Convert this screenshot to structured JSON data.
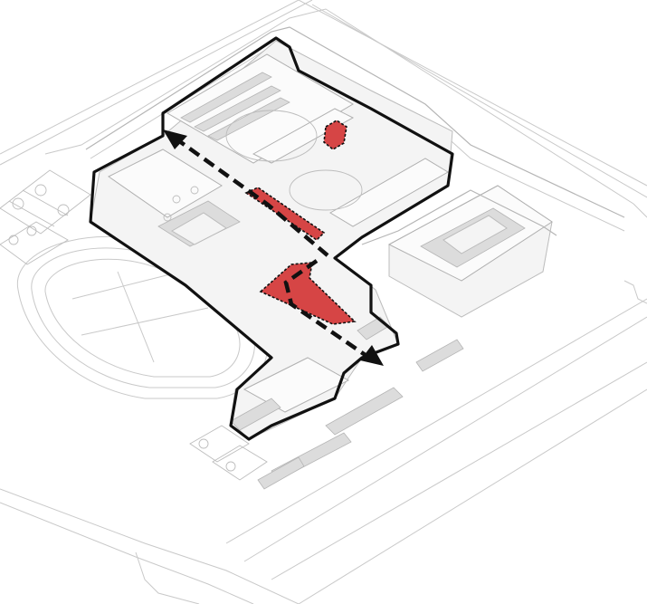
{
  "colors": {
    "highlight": "#d64545",
    "outline": "#111111",
    "linework": "#c9c9c9",
    "building": "#f4f4f4"
  },
  "highlighted_zones": [
    {
      "name": "north-courtyard-wing",
      "color": "#d64545"
    },
    {
      "name": "central-corridor",
      "color": "#d64545"
    },
    {
      "name": "south-connector",
      "color": "#d64545"
    }
  ],
  "circulation_arrows": [
    {
      "name": "route-to-northwest",
      "style": "dashed"
    },
    {
      "name": "route-to-southeast",
      "style": "dashed"
    }
  ]
}
